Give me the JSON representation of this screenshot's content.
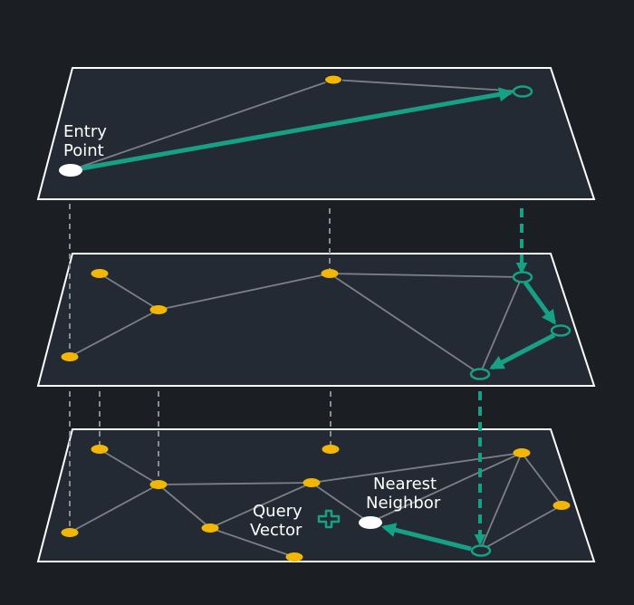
{
  "labels": {
    "entry_line1": "Entry",
    "entry_line2": "Point",
    "query_line1": "Query",
    "query_line2": "Vector",
    "nearest_line1": "Nearest",
    "nearest_line2": "Neighbor"
  },
  "colors": {
    "background": "#1b1e22",
    "plane_fill": "#232a33",
    "plane_stroke": "#ffffff",
    "node": "#f2b705",
    "edge": "#7b7f86",
    "path": "#16a085",
    "projection": "#8a8e94",
    "entry_node": "#ffffff"
  },
  "layers": [
    "top-layer",
    "middle-layer",
    "bottom-layer"
  ],
  "icons": [
    "query-vector-icon"
  ]
}
